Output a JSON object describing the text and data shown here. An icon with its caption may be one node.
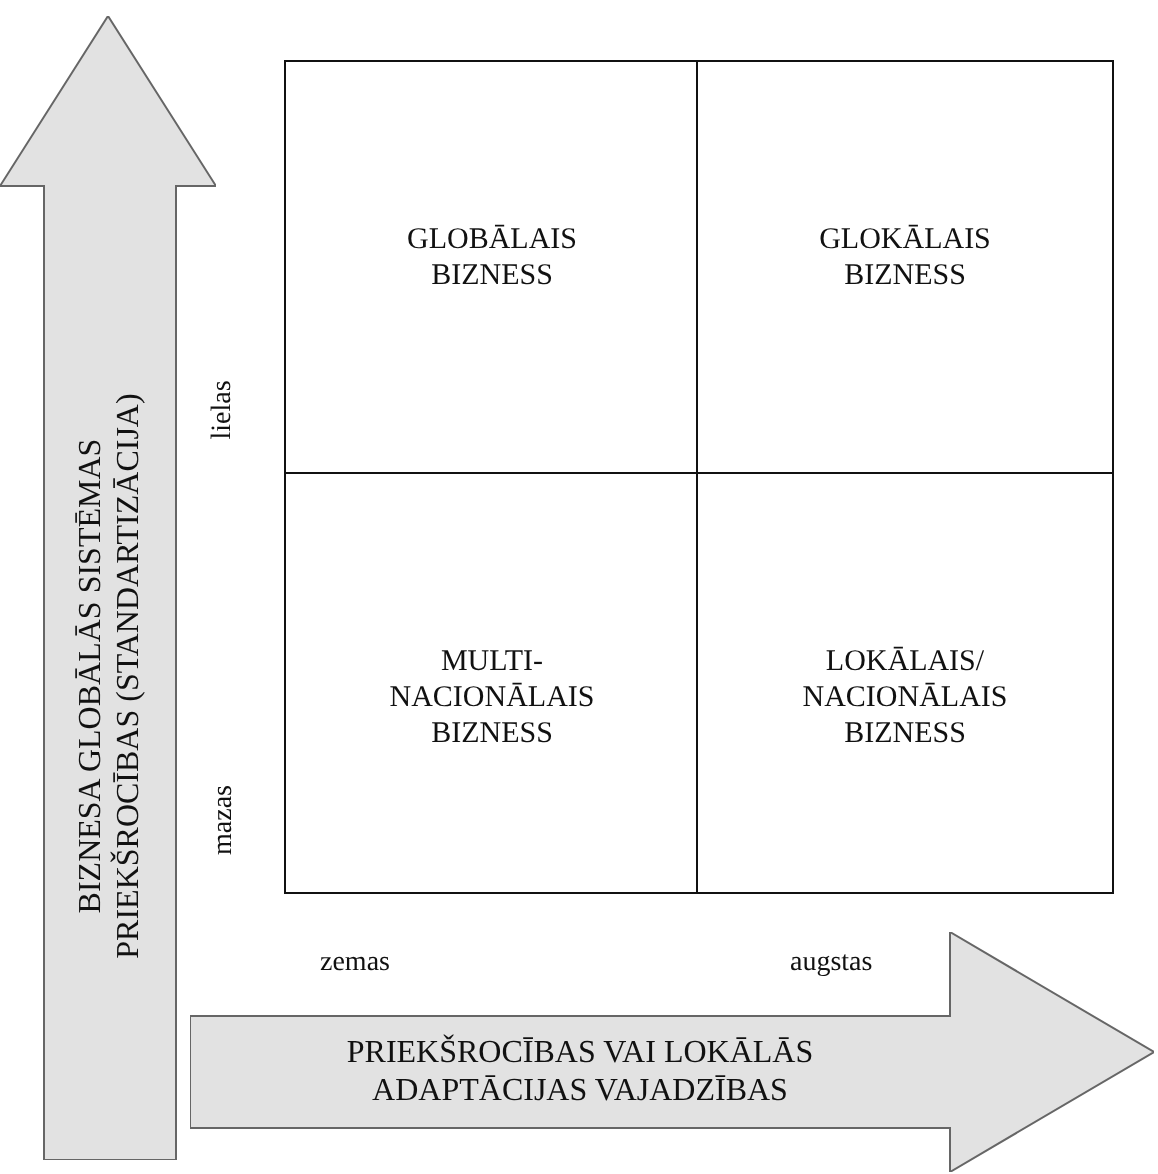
{
  "diagram": {
    "nodes": [
      {
        "text": [
          "GLOBĀLAIS BIZNESS"
        ]
      },
      {
        "text": [
          "GLOKĀLAIS BIZNESS"
        ]
      },
      {
        "text": [
          "MULTI- NACIONĀLAIS BIZNESS"
        ]
      },
      {
        "text": [
          "LOKĀLAIS/ NACIONĀLAIS BIZNESS"
        ]
      },
      {
        "text": [
          "BIZNESA GLOBĀLĀS SISTĒMAS PRIEKŠROCĪBAS (STANDARTIZĀCIJA)"
        ]
      },
      {
        "text": [
          "PRIEKŠROCĪBAS VAI LOKĀLĀS ADAPTĀCIJAS VAJADZĪBAS"
        ]
      }
    ],
    "edges": [],
    "labels": [
      "lielas",
      "mazas",
      "zemas",
      "augstas"
    ]
  }
}
